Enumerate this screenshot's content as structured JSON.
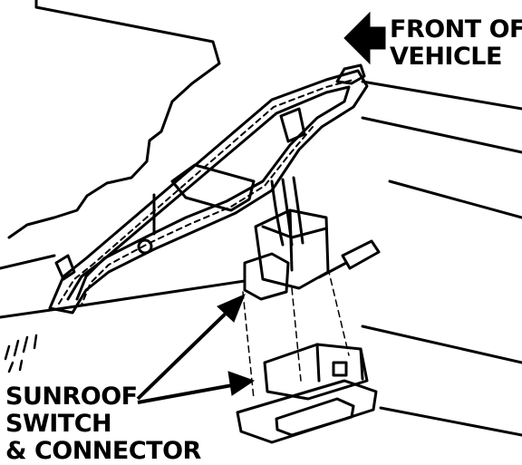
{
  "orientation": {
    "line1": "FRONT OF",
    "line2": "VEHICLE",
    "icon": "arrow-left-icon"
  },
  "callout": {
    "line1": "SUNROOF",
    "line2": "SWITCH",
    "line3": "& CONNECTOR",
    "icon": "callout-arrow-icon"
  },
  "colors": {
    "ink": "#000000",
    "paper": "#ffffff"
  }
}
